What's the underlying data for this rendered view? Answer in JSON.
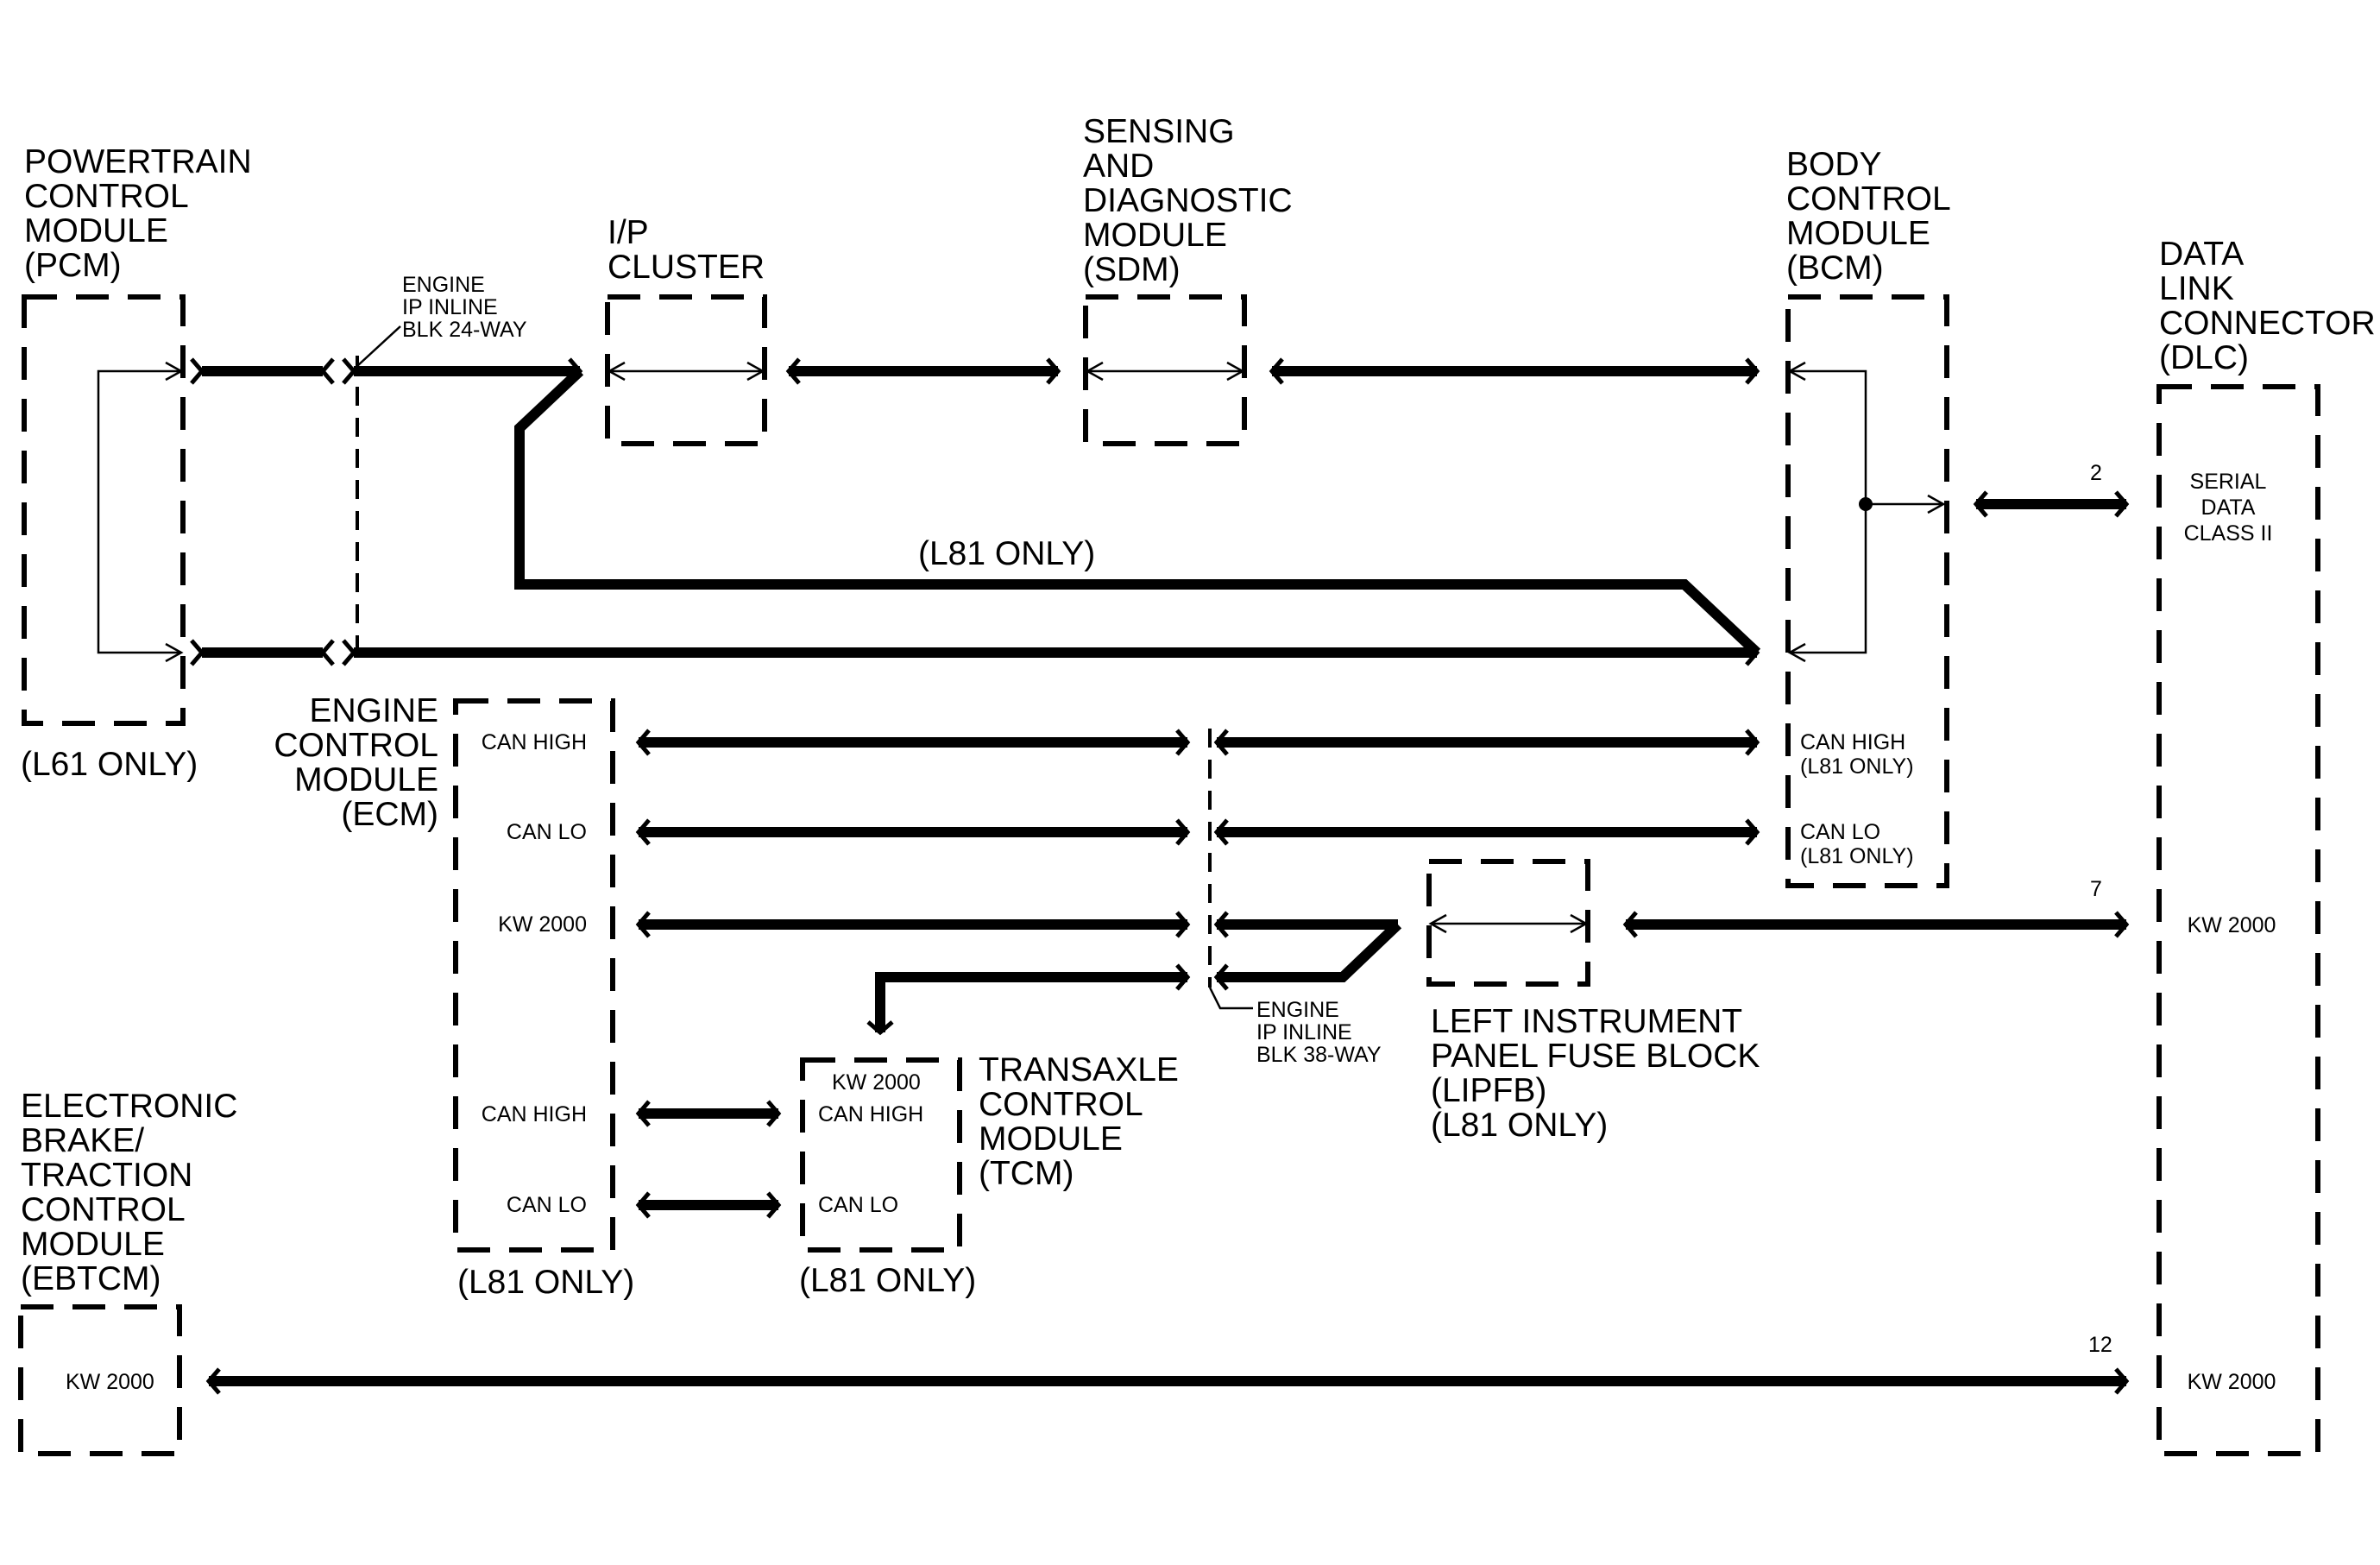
{
  "modules": {
    "pcm": {
      "lines": [
        "POWERTRAIN",
        "CONTROL",
        "MODULE",
        "(PCM)"
      ],
      "note": "(L61 ONLY)"
    },
    "ip_cluster": {
      "lines": [
        "I/P",
        "CLUSTER"
      ]
    },
    "sdm": {
      "lines": [
        "SENSING",
        "AND",
        "DIAGNOSTIC",
        "MODULE",
        "(SDM)"
      ]
    },
    "bcm": {
      "lines": [
        "BODY",
        "CONTROL",
        "MODULE",
        "(BCM)"
      ],
      "can_high": [
        "CAN HIGH",
        "(L81 ONLY)"
      ],
      "can_lo": [
        "CAN LO",
        "(L81 ONLY)"
      ]
    },
    "dlc": {
      "lines": [
        "DATA",
        "LINK",
        "CONNECTOR",
        "(DLC)"
      ],
      "serial": [
        "SERIAL",
        "DATA",
        "CLASS II"
      ],
      "kw1": "KW 2000",
      "kw2": "KW 2000"
    },
    "ecm": {
      "lines": [
        "ENGINE",
        "CONTROL",
        "MODULE",
        "(ECM)"
      ],
      "pins": [
        "CAN HIGH",
        "CAN LO",
        "KW 2000",
        "CAN HIGH",
        "CAN LO"
      ],
      "note": "(L81 ONLY)"
    },
    "tcm": {
      "lines": [
        "TRANSAXLE",
        "CONTROL",
        "MODULE",
        "(TCM)"
      ],
      "pins": [
        "KW 2000",
        "CAN HIGH",
        "CAN LO"
      ],
      "note": "(L81 ONLY)"
    },
    "lipfb": {
      "lines": [
        "LEFT INSTRUMENT",
        "PANEL FUSE BLOCK",
        "(LIPFB)",
        "(L81 ONLY)"
      ]
    },
    "ebtcm": {
      "lines": [
        "ELECTRONIC",
        "BRAKE/",
        "TRACTION",
        "CONTROL",
        "MODULE",
        "(EBTCM)"
      ],
      "pin": "KW 2000"
    }
  },
  "connectors": {
    "inline24": [
      "ENGINE",
      "IP INLINE",
      "BLK 24-WAY"
    ],
    "inline38": [
      "ENGINE",
      "IP INLINE",
      "BLK 38-WAY"
    ]
  },
  "wire_label": "(L81 ONLY)",
  "pins": {
    "p2": "2",
    "p7": "7",
    "p12": "12"
  }
}
